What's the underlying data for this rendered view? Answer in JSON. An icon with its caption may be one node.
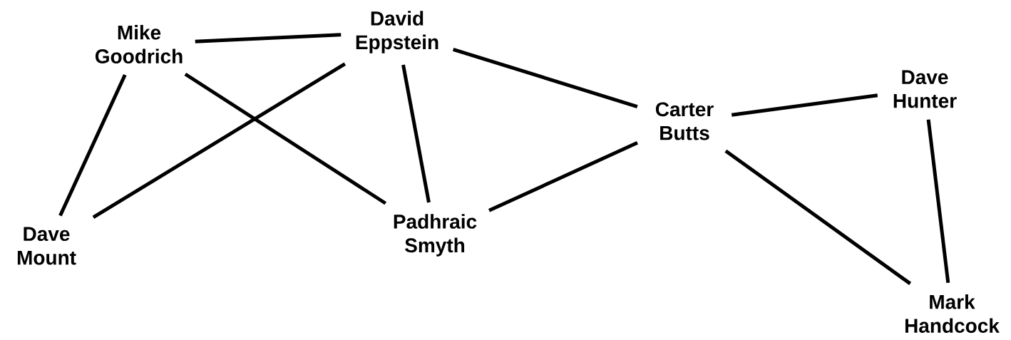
{
  "diagram": {
    "nodes": [
      {
        "text": [
          "Mike Goodrich"
        ]
      },
      {
        "text": [
          "David Eppstein"
        ]
      },
      {
        "text": [
          "Dave Hunter"
        ]
      },
      {
        "text": [
          "Carter Butts"
        ]
      },
      {
        "text": [
          "Dave Mount"
        ]
      },
      {
        "text": [
          "Padhraic Smyth"
        ]
      },
      {
        "text": [
          "Mark Handcock"
        ]
      }
    ],
    "edges": [
      {
        "from": 0,
        "to": 1,
        "arrow": "none"
      },
      {
        "from": 0,
        "to": 4,
        "arrow": "none"
      },
      {
        "from": 0,
        "to": 5,
        "arrow": "none"
      },
      {
        "from": 1,
        "to": 4,
        "arrow": "none"
      },
      {
        "from": 1,
        "to": 5,
        "arrow": "none"
      },
      {
        "from": 1,
        "to": 3,
        "arrow": "none"
      },
      {
        "from": 3,
        "to": 5,
        "arrow": "none"
      },
      {
        "from": 3,
        "to": 2,
        "arrow": "none"
      },
      {
        "from": 3,
        "to": 6,
        "arrow": "none"
      },
      {
        "from": 2,
        "to": 6,
        "arrow": "none"
      }
    ]
  }
}
